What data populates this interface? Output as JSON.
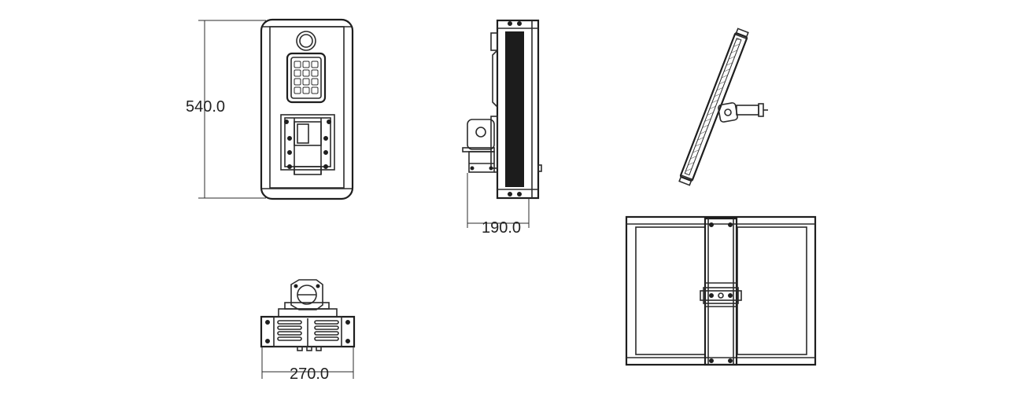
{
  "drawing": {
    "dimensions": {
      "height": "540.0",
      "depth": "190.0",
      "width": "270.0"
    }
  }
}
